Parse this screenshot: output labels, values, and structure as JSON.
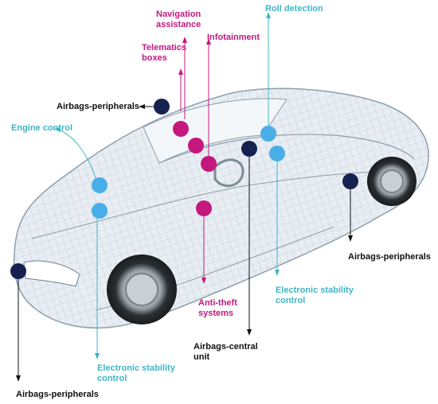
{
  "colors": {
    "magenta": "#c4187f",
    "navy": "#17214f",
    "cyan": "#3fb5c4",
    "light_blue": "#4aaee8",
    "black": "#111111",
    "car_line": "#9fb0bc",
    "car_fill": "#e7edf2"
  },
  "labels": {
    "navigation_assistance": "Navigation\nassistance",
    "roll_detection": "Roll detection",
    "telematics_boxes": "Telematics\nboxes",
    "infotainment": "Infotainment",
    "airbags_peripherals_top": "Airbags-peripherals",
    "engine_control": "Engine control",
    "airbags_peripherals_right": "Airbags-peripherals",
    "electronic_stability_control_right": "Electronic stability\ncontrol",
    "anti_theft_systems": "Anti-theft\nsystems",
    "airbags_central_unit": "Airbags-central\nunit",
    "electronic_stability_control_bottom": "Electronic stability\ncontrol",
    "airbags_peripherals_bottom": "Airbags-peripherals"
  }
}
